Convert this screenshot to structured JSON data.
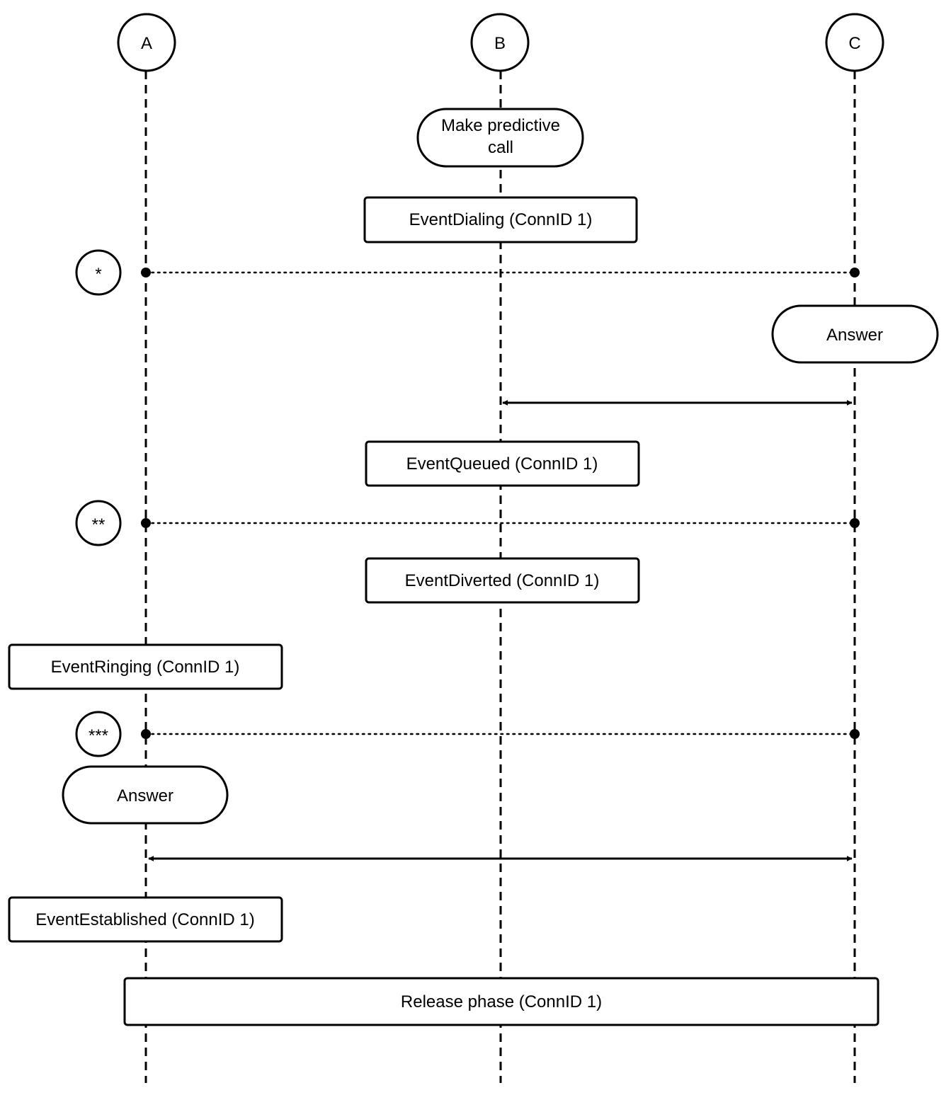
{
  "participants": [
    "A",
    "B",
    "C"
  ],
  "actions": {
    "make_predictive_call": [
      "Make predictive",
      "call"
    ],
    "answer_c": "Answer",
    "answer_a": "Answer"
  },
  "events": {
    "dialing": "EventDialing (ConnID 1)",
    "queued": "EventQueued (ConnID 1)",
    "diverted": "EventDiverted (ConnID 1)",
    "ringing": "EventRinging (ConnID 1)",
    "established": "EventEstablished (ConnID 1)",
    "release": "Release phase (ConnID 1)"
  },
  "markers": [
    "*",
    "**",
    "***"
  ]
}
